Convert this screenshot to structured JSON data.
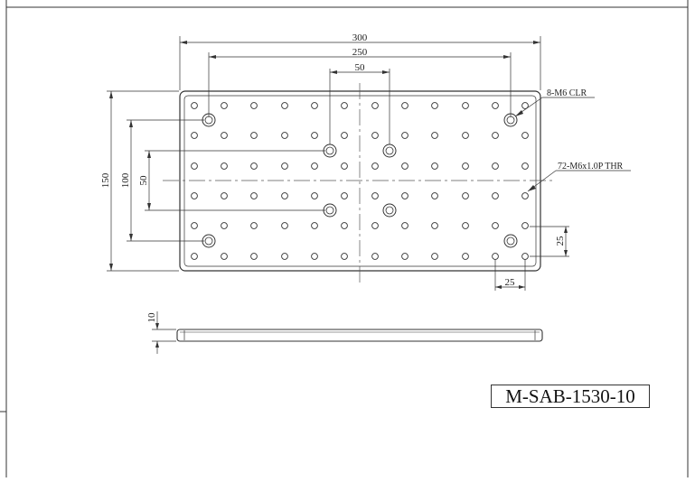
{
  "drawing": {
    "part_number": "M-SAB-1530-10",
    "dimensions": {
      "overall_width": "300",
      "mount_spacing_x": "250",
      "center_spacing_x": "50",
      "overall_height": "150",
      "mount_spacing_y": "100",
      "center_spacing_y": "50",
      "pitch_y": "25",
      "pitch_x": "25",
      "thickness": "10"
    },
    "notes": {
      "clearance_holes": "8-M6 CLR",
      "threaded_holes": "72-M6x1.0P THR"
    },
    "colors": {
      "line": "#333333",
      "centerline": "#555555",
      "background": "#ffffff"
    }
  }
}
